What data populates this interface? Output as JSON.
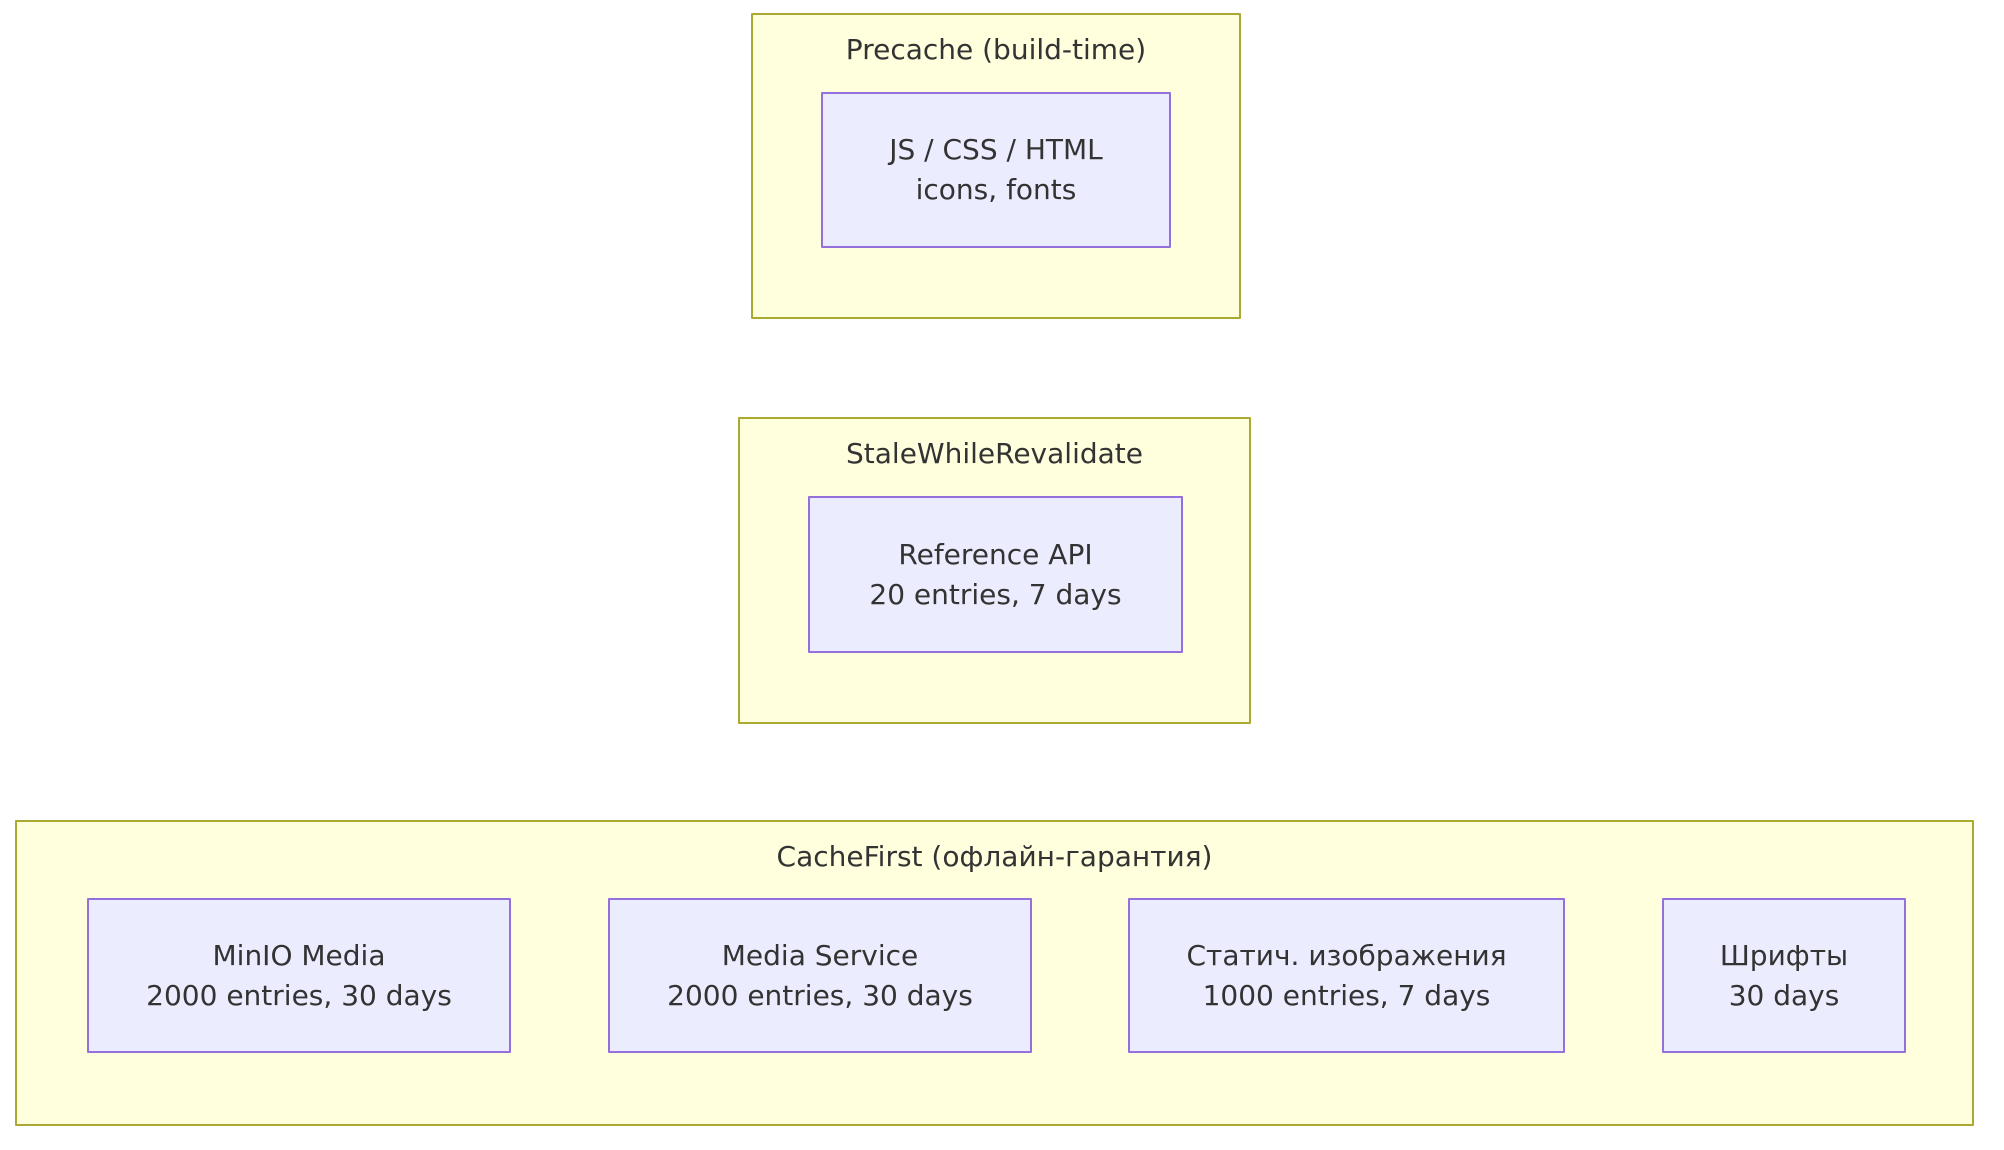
{
  "diagram": {
    "type": "flowchart-clusters",
    "theme": {
      "cluster_fill": "#ffffde",
      "cluster_stroke": "#aaaa33",
      "node_fill": "#ececff",
      "node_stroke": "#9370db",
      "text_color": "#333333",
      "background": "#ffffff"
    },
    "clusters": [
      {
        "id": "precache",
        "title": "Precache (build-time)",
        "nodes": [
          {
            "id": "precache-assets",
            "lines": [
              "JS / CSS / HTML",
              "icons, fonts"
            ]
          }
        ]
      },
      {
        "id": "stale-while-revalidate",
        "title": "StaleWhileRevalidate",
        "nodes": [
          {
            "id": "reference-api",
            "lines": [
              "Reference API",
              "20 entries, 7 days"
            ]
          }
        ]
      },
      {
        "id": "cache-first",
        "title": "CacheFirst (офлайн-гарантия)",
        "nodes": [
          {
            "id": "minio-media",
            "lines": [
              "MinIO Media",
              "2000 entries, 30 days"
            ]
          },
          {
            "id": "media-service",
            "lines": [
              "Media Service",
              "2000 entries, 30 days"
            ]
          },
          {
            "id": "static-images",
            "lines": [
              "Статич. изображения",
              "1000 entries, 7 days"
            ]
          },
          {
            "id": "fonts",
            "lines": [
              "Шрифты",
              "30 days"
            ]
          }
        ]
      }
    ]
  }
}
